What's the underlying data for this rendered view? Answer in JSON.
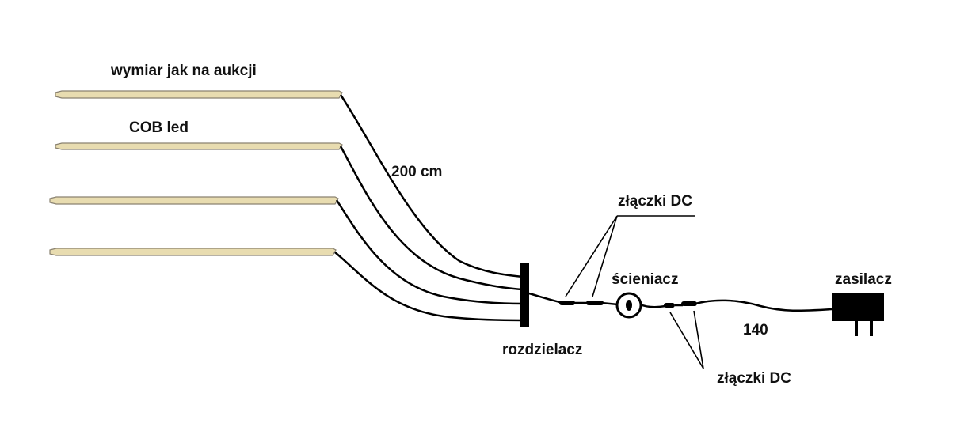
{
  "labels": {
    "dimension_note": "wymiar jak na aukcji",
    "cob_led": "COB led",
    "cable_length": "200 cm",
    "dc_connectors_top": "złączki DC",
    "splitter": "rozdzielacz",
    "reducer": "ścieniacz",
    "power_supply": "zasilacz",
    "power_cable_length": "140",
    "dc_connectors_bottom": "złączki DC"
  },
  "colors": {
    "strip_fill": "#e8dcb0",
    "strip_stroke": "#8a8270",
    "line": "#000000",
    "background": "#ffffff"
  },
  "led_strip_count": 4
}
